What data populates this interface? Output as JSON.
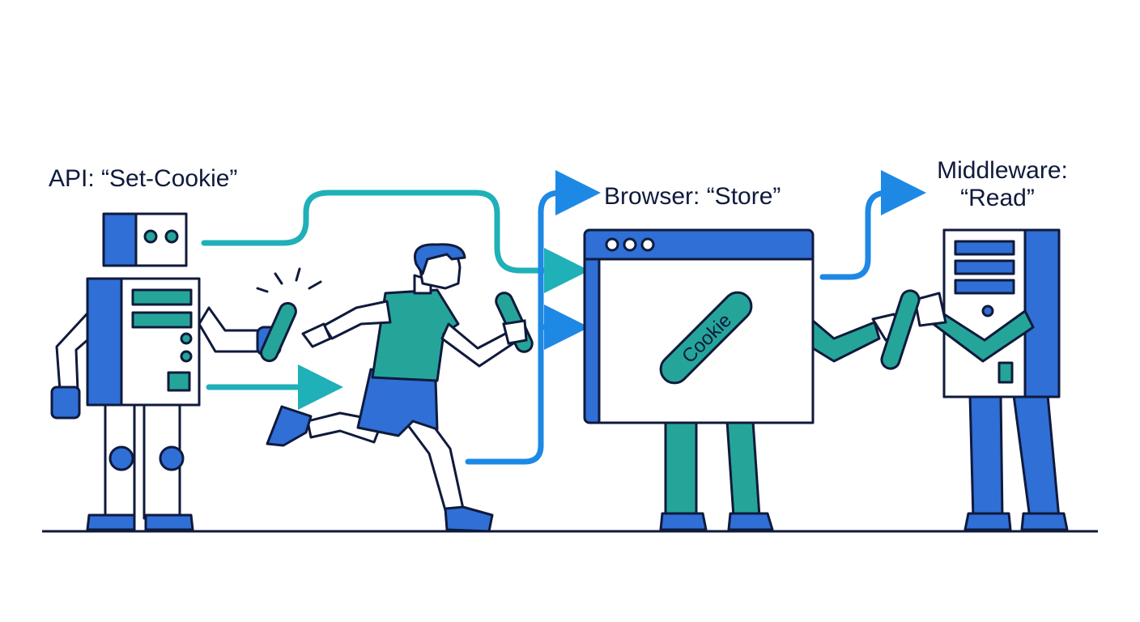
{
  "labels": {
    "api": "API: “Set-Cookie”",
    "browser": "Browser: “Store”",
    "middleware_line1": "Middleware:",
    "middleware_line2": "“Read”",
    "cookie": "Cookie"
  },
  "colors": {
    "outline": "#0f1a3c",
    "blue": "#2f6fd6",
    "teal": "#25a59a",
    "flow_teal": "#1fb0b8",
    "flow_blue": "#1e88e5",
    "white": "#ffffff"
  },
  "icons": {
    "api": "robot-server-icon",
    "runner": "runner-icon",
    "browser": "browser-window-icon",
    "middleware": "server-tower-icon",
    "token": "baton-icon"
  }
}
